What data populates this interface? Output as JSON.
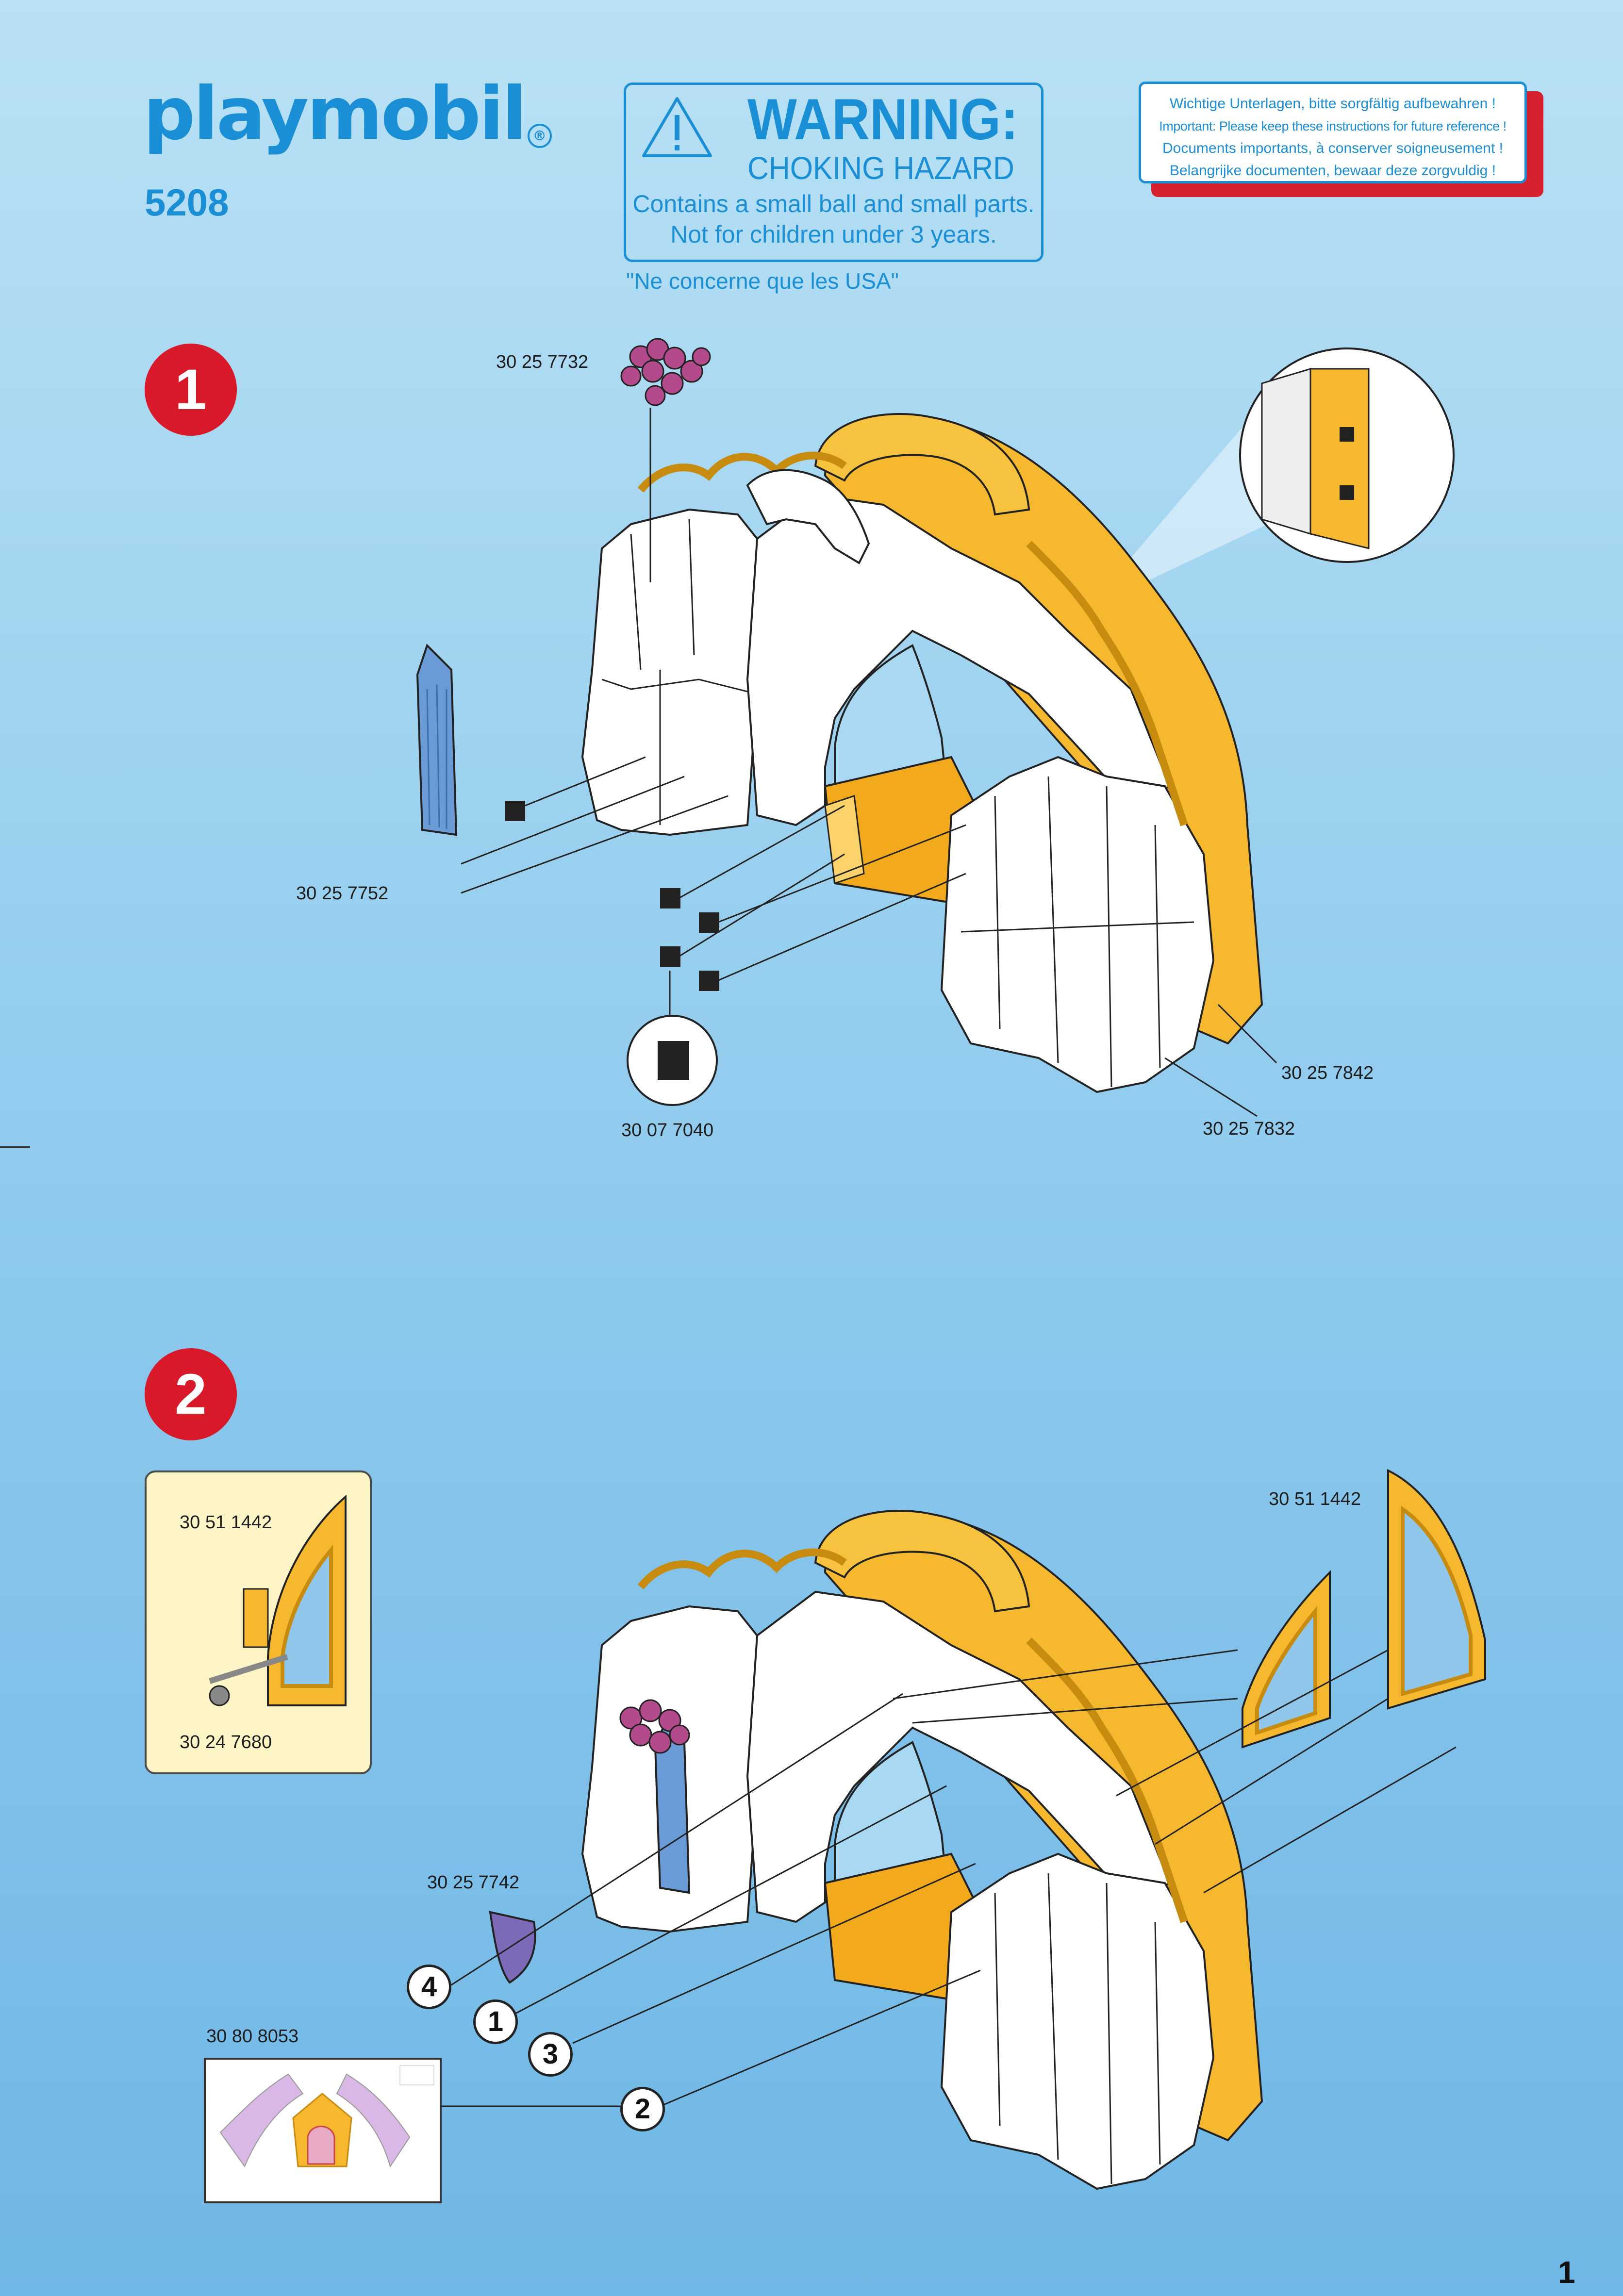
{
  "brand": {
    "logo": "playmobil",
    "model": "5208"
  },
  "warning": {
    "title": "WARNING:",
    "subtitle": "CHOKING HAZARD",
    "line1": "Contains a small ball and small parts.",
    "line2": "Not for children under 3 years."
  },
  "usa_note": "\"Ne concerne que les USA\"",
  "documents_note": [
    "Wichtige Unterlagen, bitte sorgfältig aufbewahren !",
    "Important: Please keep these instructions for future reference !",
    "Documents importants, à conserver soigneusement !",
    "Belangrijke documenten, bewaar deze zorgvuldig !"
  ],
  "step1": {
    "number": "1",
    "parts": {
      "flowers": "30 25 7732",
      "blue_door": "30 25 7752",
      "clip": "30 07 7040",
      "gold_back": "30 25 7842",
      "rock_base": "30 25 7832"
    }
  },
  "step2": {
    "number": "2",
    "inset": {
      "panel": "30 51 1442",
      "hinge": "30 24 7680"
    },
    "parts": {
      "window_panels": "30 51 1442",
      "purple_shield": "30 25 7742",
      "sticker_sheet": "30 80 8053"
    },
    "callouts": [
      "4",
      "1",
      "3",
      "2"
    ]
  },
  "page_number": "1",
  "colors": {
    "brand_blue": "#1a8fd6",
    "step_red": "#d7192a",
    "gold": "#f5b82e",
    "rock_white": "#ffffff"
  }
}
